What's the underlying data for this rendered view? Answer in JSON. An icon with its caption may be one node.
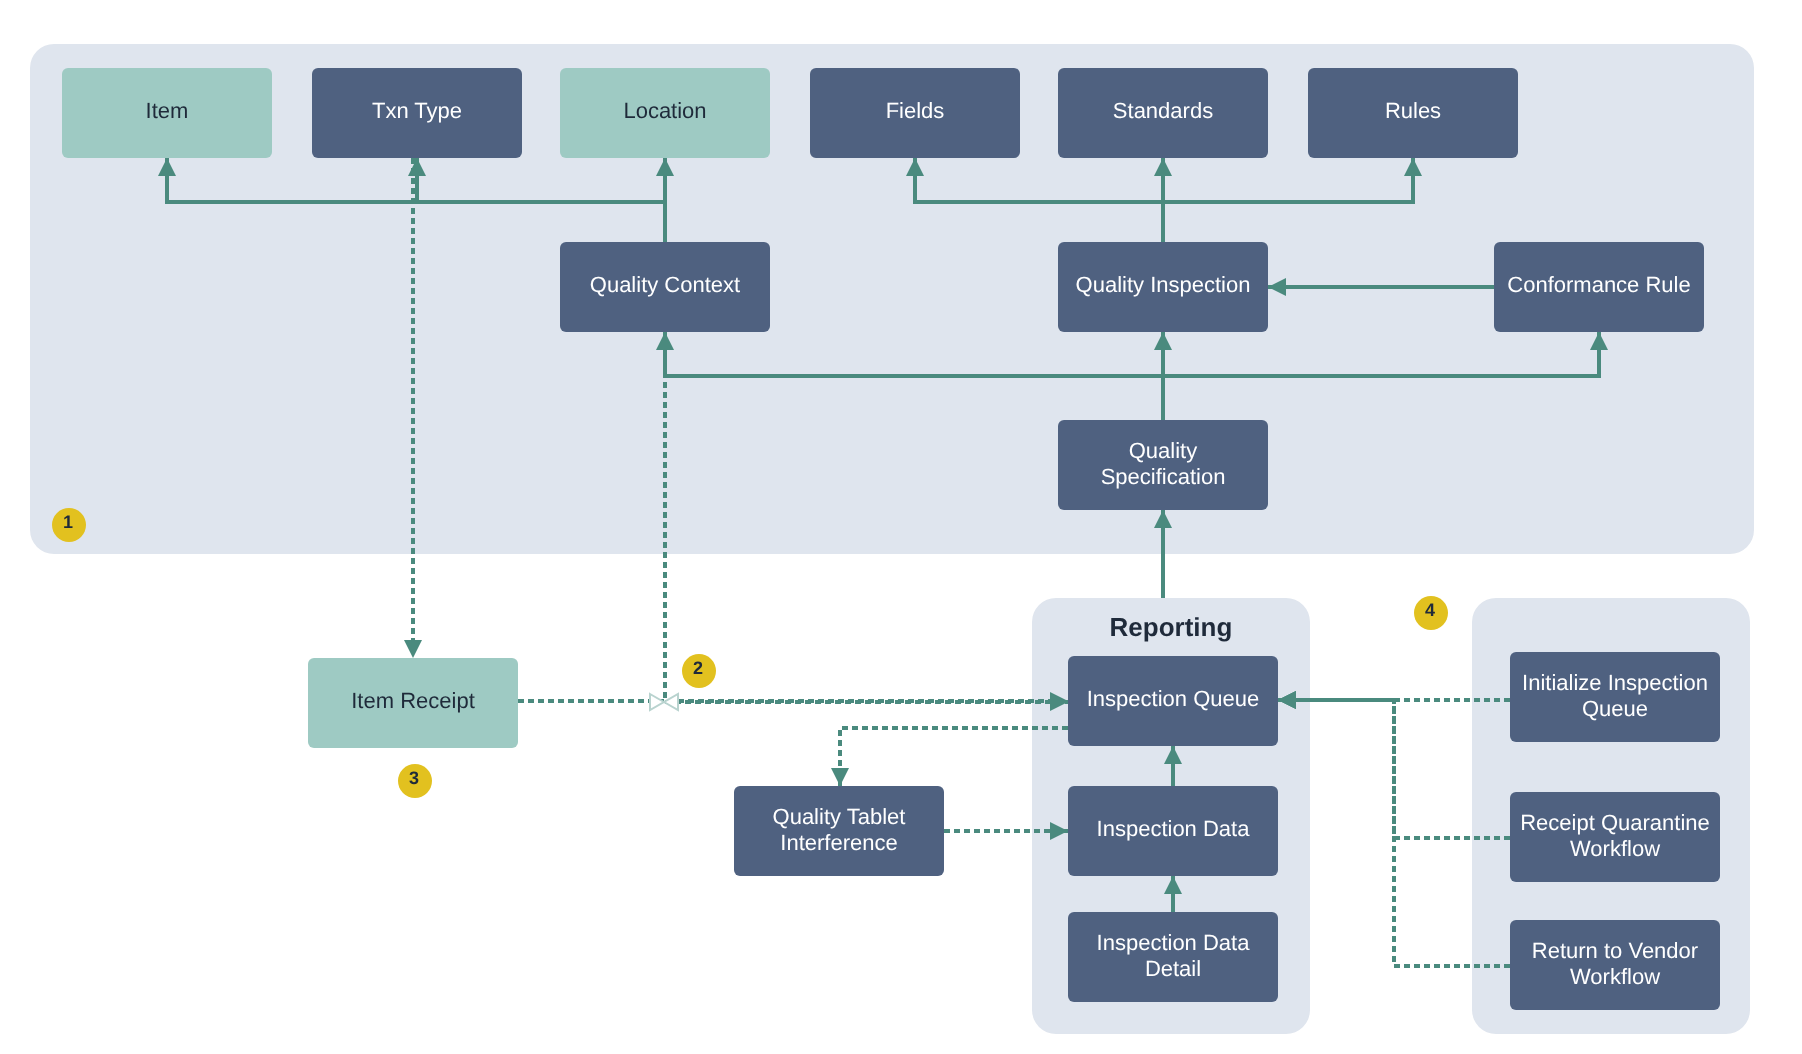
{
  "diagram": {
    "nodes": [
      {
        "text": [],
        "shape": "box"
      },
      {
        "text": [
          "Item"
        ],
        "in": 0
      },
      {
        "text": [
          "Txn Type"
        ],
        "in": 0
      },
      {
        "text": [
          "Location"
        ],
        "in": 0
      },
      {
        "text": [
          "Fields"
        ],
        "in": 0
      },
      {
        "text": [
          "Standards"
        ],
        "in": 0
      },
      {
        "text": [
          "Rules"
        ],
        "in": 0
      },
      {
        "text": [
          "Quality Context"
        ],
        "in": 0
      },
      {
        "text": [
          "Quality Inspection"
        ],
        "in": 0
      },
      {
        "text": [
          "Conformance Rule"
        ],
        "in": 0
      },
      {
        "text": [
          "Quality Specification"
        ],
        "in": 0
      },
      {
        "text": [
          "Item Receipt"
        ]
      },
      {
        "text": [
          "Reporting"
        ]
      },
      {
        "text": [
          "Inspection Queue"
        ],
        "in": 12
      },
      {
        "text": [
          "Inspection Data"
        ],
        "in": 12
      },
      {
        "text": [
          "Inspection Data Detail"
        ],
        "in": 12
      },
      {
        "text": [
          "Quality Tablet Interference"
        ]
      },
      {
        "text": [],
        "shape": "box"
      },
      {
        "text": [
          "Initialize Inspection Queue"
        ],
        "in": 17
      },
      {
        "text": [
          "Receipt Quarantine Workflow"
        ],
        "in": 17
      },
      {
        "text": [
          "Return to Vendor Workflow"
        ],
        "in": 17
      }
    ],
    "edges": [
      {
        "from": 7,
        "to": 1,
        "arrow": "to"
      },
      {
        "from": 7,
        "to": 2,
        "arrow": "to"
      },
      {
        "from": 7,
        "to": 3,
        "arrow": "to"
      },
      {
        "from": 8,
        "to": 4,
        "arrow": "to"
      },
      {
        "from": 8,
        "to": 5,
        "arrow": "to"
      },
      {
        "from": 8,
        "to": 6,
        "arrow": "to"
      },
      {
        "from": 9,
        "to": 8,
        "arrow": "to"
      },
      {
        "from": 10,
        "to": 8,
        "arrow": "to"
      },
      {
        "from": 10,
        "to": 7,
        "arrow": "to"
      },
      {
        "from": 10,
        "to": 9,
        "arrow": "to"
      },
      {
        "from": 12,
        "to": 10,
        "arrow": "to"
      },
      {
        "from": 2,
        "to": 11,
        "arrow": "to",
        "style": "dashed"
      },
      {
        "from": 11,
        "to": 13,
        "arrow": "to",
        "style": "dashed"
      },
      {
        "from": 7,
        "to": 13,
        "arrow": "to",
        "style": "dashed"
      },
      {
        "from": 13,
        "to": 16,
        "arrow": "to",
        "style": "dashed"
      },
      {
        "from": 16,
        "to": 14,
        "arrow": "to",
        "style": "dashed"
      },
      {
        "from": 14,
        "to": 13,
        "arrow": "to"
      },
      {
        "from": 15,
        "to": 14,
        "arrow": "to"
      },
      {
        "from": 18,
        "to": 13,
        "arrow": "to",
        "style": "dashed"
      },
      {
        "from": 19,
        "to": 13,
        "arrow": "to",
        "style": "dashed"
      },
      {
        "from": 20,
        "to": 13,
        "arrow": "to",
        "style": "dashed"
      }
    ],
    "labels": [
      "1",
      "2",
      "3",
      "4"
    ]
  }
}
